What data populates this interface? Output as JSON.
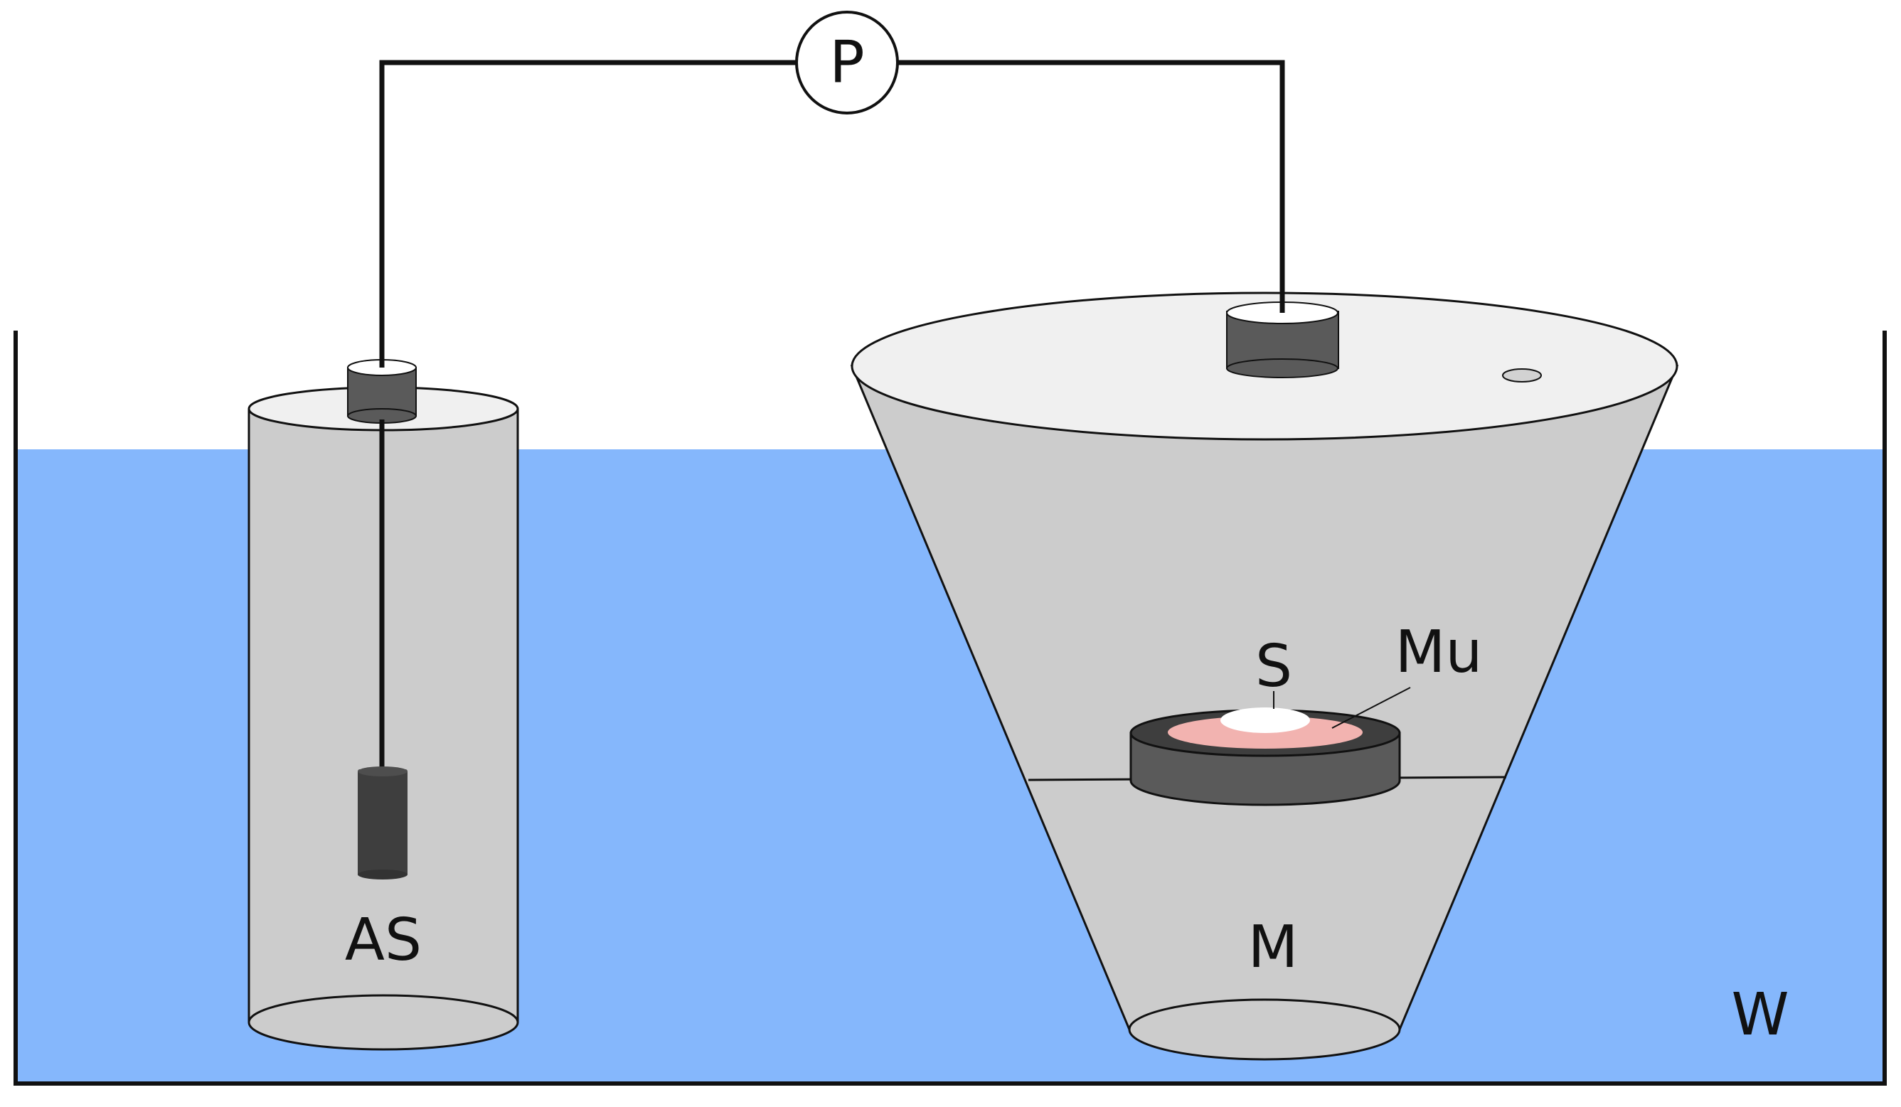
{
  "labels": {
    "pump": "P",
    "anode_chamber": "AS",
    "main_vessel": "M",
    "sample": "S",
    "membrane": "Mu",
    "water_bath": "W"
  },
  "colors": {
    "water": "#85b7fc",
    "vessel_grey": "#cccccc",
    "lid_light": "#f0f0f0",
    "electrode_dark": "#5a5a5a",
    "electrode_darker": "#3e3e3e",
    "membrane_pink": "#f2b3b0",
    "sample_white": "#ffffff",
    "outline": "#111111"
  }
}
